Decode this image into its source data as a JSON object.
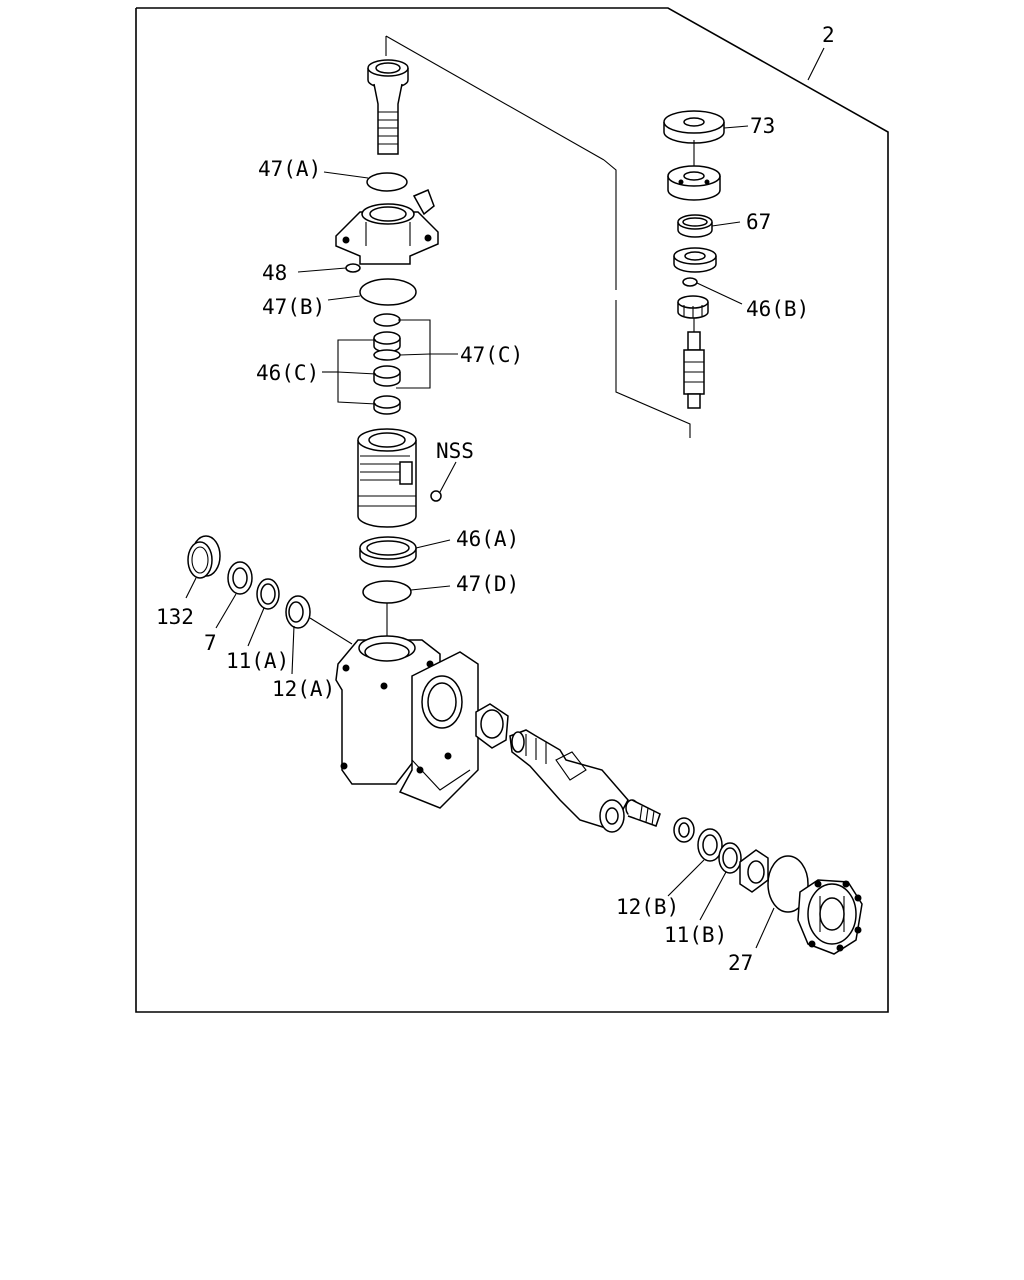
{
  "diagram": {
    "kit_label": "2",
    "labels": {
      "l_73": "73",
      "l_67": "67",
      "l_46b_top": "46(B)",
      "l_47a": "47(A)",
      "l_48": "48",
      "l_47b": "47(B)",
      "l_47c": "47(C)",
      "l_46c": "46(C)",
      "l_nss": "NSS",
      "l_46a": "46(A)",
      "l_47d": "47(D)",
      "l_132": "132",
      "l_7": "7",
      "l_11a": "11(A)",
      "l_12a": "12(A)",
      "l_12b": "12(B)",
      "l_11b": "11(B)",
      "l_27": "27"
    }
  }
}
